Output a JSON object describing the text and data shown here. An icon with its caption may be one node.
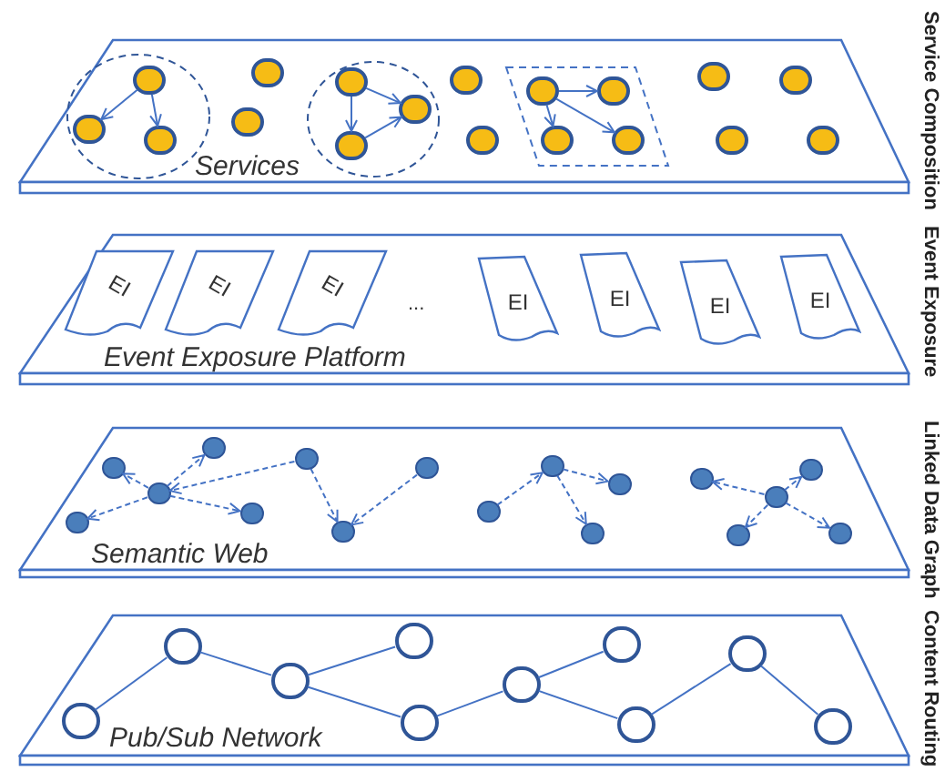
{
  "diagram": {
    "nodes": [
      {
        "text": [
          "Services"
        ],
        "beside": [
          "Service Composition"
        ]
      },
      {
        "text": [],
        "shape": "ellipse",
        "in": 0
      },
      {
        "text": [],
        "shape": "circle",
        "in": 1
      },
      {
        "text": [],
        "shape": "circle",
        "in": 1
      },
      {
        "text": [],
        "shape": "circle",
        "in": 1
      },
      {
        "text": [],
        "shape": "circle",
        "in": 0
      },
      {
        "text": [],
        "shape": "circle",
        "in": 0
      },
      {
        "text": [],
        "shape": "ellipse",
        "in": 0
      },
      {
        "text": [],
        "shape": "circle",
        "in": 7
      },
      {
        "text": [],
        "shape": "circle",
        "in": 7
      },
      {
        "text": [],
        "shape": "circle",
        "in": 7
      },
      {
        "text": [],
        "shape": "circle",
        "in": 0
      },
      {
        "text": [],
        "shape": "circle",
        "in": 0
      },
      {
        "text": [],
        "shape": "parallelogram",
        "in": 0
      },
      {
        "text": [],
        "shape": "circle",
        "in": 13
      },
      {
        "text": [],
        "shape": "circle",
        "in": 13
      },
      {
        "text": [],
        "shape": "circle",
        "in": 13
      },
      {
        "text": [],
        "shape": "circle",
        "in": 13
      },
      {
        "text": [],
        "shape": "circle",
        "in": 0
      },
      {
        "text": [],
        "shape": "circle",
        "in": 0
      },
      {
        "text": [],
        "shape": "circle",
        "in": 0
      },
      {
        "text": [],
        "shape": "circle",
        "in": 0
      },
      {
        "text": [
          "Event Exposure Platform"
        ],
        "beside": [
          "Event Exposure"
        ]
      },
      {
        "text": [
          "EI"
        ],
        "in": 22
      },
      {
        "text": [
          "EI"
        ],
        "in": 22
      },
      {
        "text": [
          "EI"
        ],
        "in": 22
      },
      {
        "text": [
          "EI"
        ],
        "in": 22
      },
      {
        "text": [
          "EI"
        ],
        "in": 22
      },
      {
        "text": [
          "EI"
        ],
        "in": 22
      },
      {
        "text": [
          "EI"
        ],
        "in": 22
      },
      {
        "text": [
          "Semantic Web"
        ],
        "beside": [
          "Linked Data Graph"
        ]
      },
      {
        "text": [],
        "shape": "circle",
        "in": 30
      },
      {
        "text": [],
        "shape": "circle",
        "in": 30
      },
      {
        "text": [],
        "shape": "circle",
        "in": 30
      },
      {
        "text": [],
        "shape": "circle",
        "in": 30
      },
      {
        "text": [],
        "shape": "circle",
        "in": 30
      },
      {
        "text": [],
        "shape": "circle",
        "in": 30
      },
      {
        "text": [],
        "shape": "circle",
        "in": 30
      },
      {
        "text": [],
        "shape": "circle",
        "in": 30
      },
      {
        "text": [],
        "shape": "circle",
        "in": 30
      },
      {
        "text": [],
        "shape": "circle",
        "in": 30
      },
      {
        "text": [],
        "shape": "circle",
        "in": 30
      },
      {
        "text": [],
        "shape": "circle",
        "in": 30
      },
      {
        "text": [],
        "shape": "circle",
        "in": 30
      },
      {
        "text": [],
        "shape": "circle",
        "in": 30
      },
      {
        "text": [],
        "shape": "circle",
        "in": 30
      },
      {
        "text": [],
        "shape": "circle",
        "in": 30
      },
      {
        "text": [],
        "shape": "circle",
        "in": 30
      },
      {
        "text": [
          "Pub/Sub Network"
        ],
        "beside": [
          "Content Routing"
        ]
      },
      {
        "text": [],
        "shape": "circle",
        "in": 48
      },
      {
        "text": [],
        "shape": "circle",
        "in": 48
      },
      {
        "text": [],
        "shape": "circle",
        "in": 48
      },
      {
        "text": [],
        "shape": "circle",
        "in": 48
      },
      {
        "text": [],
        "shape": "circle",
        "in": 48
      },
      {
        "text": [],
        "shape": "circle",
        "in": 48
      },
      {
        "text": [],
        "shape": "circle",
        "in": 48
      },
      {
        "text": [],
        "shape": "circle",
        "in": 48
      },
      {
        "text": [],
        "shape": "circle",
        "in": 48
      },
      {
        "text": [],
        "shape": "circle",
        "in": 48
      }
    ],
    "edges": [
      {
        "from": 2,
        "to": 3,
        "arrow": "to"
      },
      {
        "from": 2,
        "to": 4,
        "arrow": "to"
      },
      {
        "from": 8,
        "to": 9,
        "arrow": "to"
      },
      {
        "from": 8,
        "to": 10,
        "arrow": "to"
      },
      {
        "from": 10,
        "to": 9,
        "arrow": "to"
      },
      {
        "from": 14,
        "to": 15,
        "arrow": "to"
      },
      {
        "from": 14,
        "to": 16,
        "arrow": "to"
      },
      {
        "from": 14,
        "to": 17,
        "arrow": "to"
      },
      {
        "from": 33,
        "to": 31,
        "arrow": "to",
        "style": "dashed"
      },
      {
        "from": 33,
        "to": 32,
        "arrow": "to",
        "style": "dashed"
      },
      {
        "from": 33,
        "to": 34,
        "arrow": "to",
        "style": "dashed"
      },
      {
        "from": 33,
        "to": 35,
        "arrow": "to",
        "style": "dashed"
      },
      {
        "from": 36,
        "to": 33,
        "arrow": "to",
        "style": "dashed"
      },
      {
        "from": 36,
        "to": 37,
        "arrow": "to",
        "style": "dashed"
      },
      {
        "from": 38,
        "to": 37,
        "arrow": "to",
        "style": "dashed"
      },
      {
        "from": 39,
        "to": 40,
        "arrow": "to",
        "style": "dashed"
      },
      {
        "from": 40,
        "to": 41,
        "arrow": "to",
        "style": "dashed"
      },
      {
        "from": 40,
        "to": 42,
        "arrow": "to",
        "style": "dashed"
      },
      {
        "from": 45,
        "to": 43,
        "arrow": "to",
        "style": "dashed"
      },
      {
        "from": 45,
        "to": 44,
        "arrow": "to",
        "style": "dashed"
      },
      {
        "from": 45,
        "to": 46,
        "arrow": "to",
        "style": "dashed"
      },
      {
        "from": 45,
        "to": 47,
        "arrow": "to",
        "style": "dashed"
      },
      {
        "from": 49,
        "to": 50,
        "arrow": "none"
      },
      {
        "from": 50,
        "to": 51,
        "arrow": "none"
      },
      {
        "from": 51,
        "to": 52,
        "arrow": "none"
      },
      {
        "from": 51,
        "to": 53,
        "arrow": "none"
      },
      {
        "from": 53,
        "to": 54,
        "arrow": "none"
      },
      {
        "from": 54,
        "to": 55,
        "arrow": "none"
      },
      {
        "from": 54,
        "to": 56,
        "arrow": "none"
      },
      {
        "from": 56,
        "to": 57,
        "arrow": "none"
      },
      {
        "from": 57,
        "to": 58,
        "arrow": "none"
      }
    ],
    "labels": [
      "..."
    ]
  }
}
